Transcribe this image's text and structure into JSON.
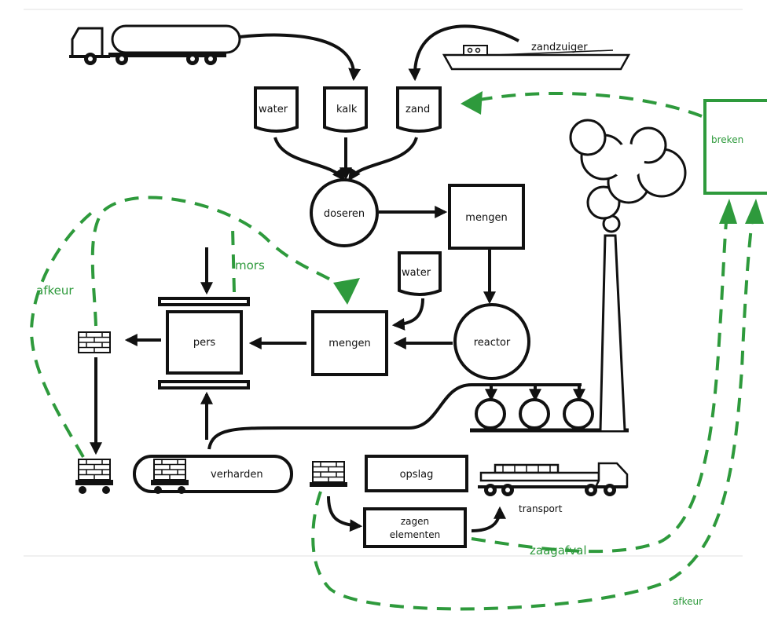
{
  "colors": {
    "ink": "#111111",
    "recycle_green": "#2e9a3c",
    "background": "#ffffff"
  },
  "containers": {
    "water": "water",
    "kalk": "kalk",
    "zand": "zand",
    "water2": "water"
  },
  "nodes": {
    "doseren": "doseren",
    "mengen1": "mengen",
    "reactor": "reactor",
    "mengen2": "mengen",
    "pers": "pers",
    "verharden": "verharden",
    "opslag": "opslag",
    "zagen_line1": "zagen",
    "zagen_line2": "elementen",
    "transport": "transport",
    "zandzuiger": "zandzuiger",
    "breken": "breken"
  },
  "recycle_labels": {
    "afkeur_left": "afkeur",
    "mors": "mors",
    "zaagafval": "zaagafval",
    "afkeur_bottom": "afkeur"
  },
  "icons": {
    "tanker": "tanker-truck-icon",
    "dredger": "sand-dredger-ship-icon",
    "chimney": "chimney-smoke-icon",
    "brick_stack": "brick-stack-icon",
    "brick_cart": "brick-cart-icon",
    "flatbed_truck": "flatbed-truck-icon"
  }
}
